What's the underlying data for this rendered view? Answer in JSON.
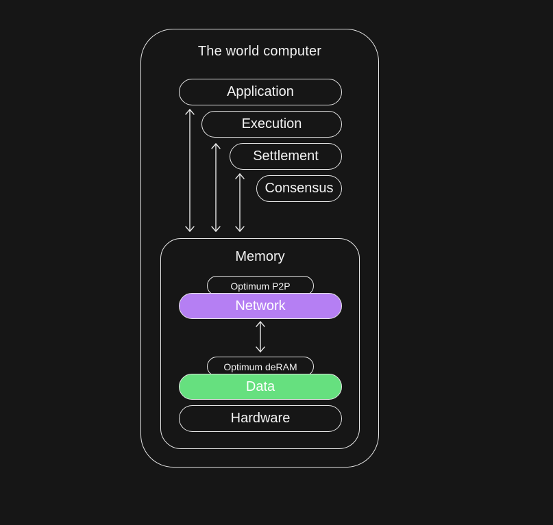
{
  "diagram": {
    "title": "The world computer",
    "layers": {
      "application": "Application",
      "execution": "Execution",
      "settlement": "Settlement",
      "consensus": "Consensus"
    },
    "memory": {
      "title": "Memory",
      "p2p_tag": "Optimum P2P",
      "network": "Network",
      "deram_tag": "Optimum deRAM",
      "data": "Data",
      "hardware": "Hardware"
    },
    "colors": {
      "background": "#161616",
      "outline": "#e6e6e6",
      "network": "#b57ff3",
      "data": "#66e07f"
    }
  }
}
